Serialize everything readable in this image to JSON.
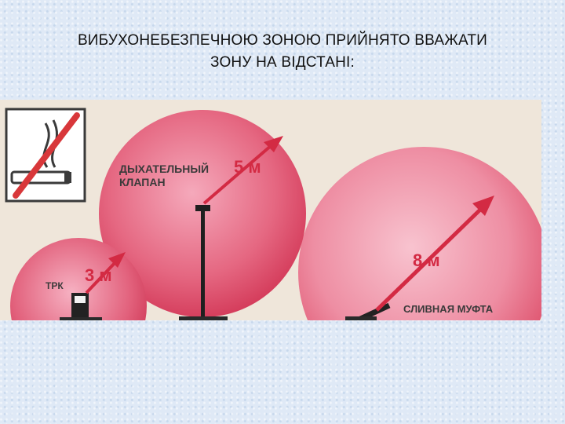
{
  "title": {
    "line1": "ВИБУХОНЕБЕЗПЕЧНОЮ ЗОНОЮ ПРИЙНЯТО ВВАЖАТИ",
    "line2": "ЗОНУ НА ВІДСТАНІ:"
  },
  "zones": [
    {
      "label": "ТРК",
      "distance": "3 м"
    },
    {
      "label_line1": "ДЫХАТЕЛЬНЫЙ",
      "label_line2": "КЛАПАН",
      "distance": "5 м"
    },
    {
      "label": "СЛИВНАЯ МУФТА",
      "distance": "8 м"
    }
  ],
  "icons": {
    "no_smoking": "no-smoking-icon"
  },
  "colors": {
    "zone_fill": "#e0506a",
    "zone_light": "#f6b0bf",
    "accent": "#d32a43",
    "sign_red": "#d8373a"
  }
}
